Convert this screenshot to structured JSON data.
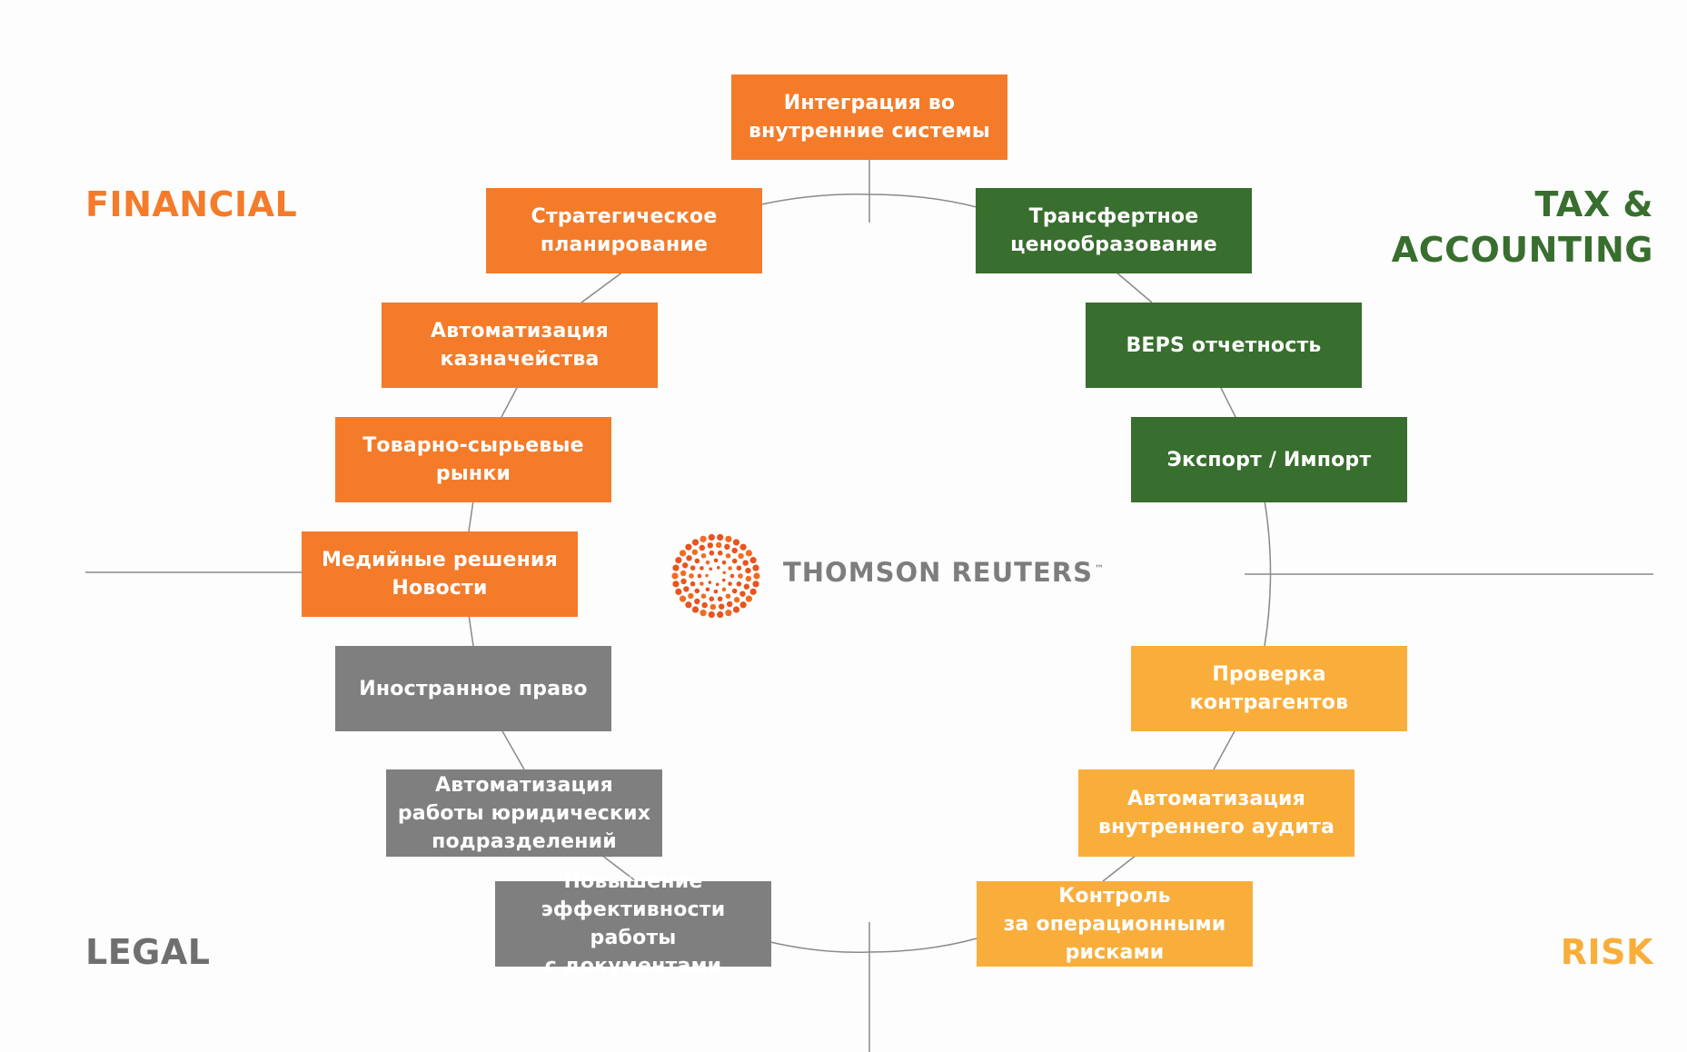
{
  "quadrants": {
    "financial": "FINANCIAL",
    "tax": "TAX &\nACCOUNTING",
    "legal": "LEGAL",
    "risk": "RISK"
  },
  "brand": {
    "name": "THOMSON REUTERS",
    "tm": "™"
  },
  "colors": {
    "financial": "#f47b2a",
    "tax": "#386e2e",
    "risk": "#f9ae3b",
    "legal": "#7f7f7f",
    "line": "#8a8a8a"
  },
  "boxes": {
    "integration": "Интеграция во\nвнутренние системы",
    "strategic": "Стратегическое\nпланирование",
    "treasury": "Автоматизация\nказначейства",
    "commodities": "Товарно-сырьевые\nрынки",
    "media": "Медийные решения\nНовости",
    "foreign_law": "Иностранное право",
    "legal_automation": "Автоматизация\nработы юридических\nподразделений",
    "documents": "Повышение\nэффективности работы\nс документами",
    "transfer_pricing": "Трансфертное\nценообразование",
    "beps": "BEPS отчетность",
    "export_import": "Экспорт / Импорт",
    "counterparty": "Проверка\nконтрагентов",
    "audit": "Автоматизация\nвнутреннего аудита",
    "operational_risk": "Контроль\nза операционными\nрисками"
  }
}
